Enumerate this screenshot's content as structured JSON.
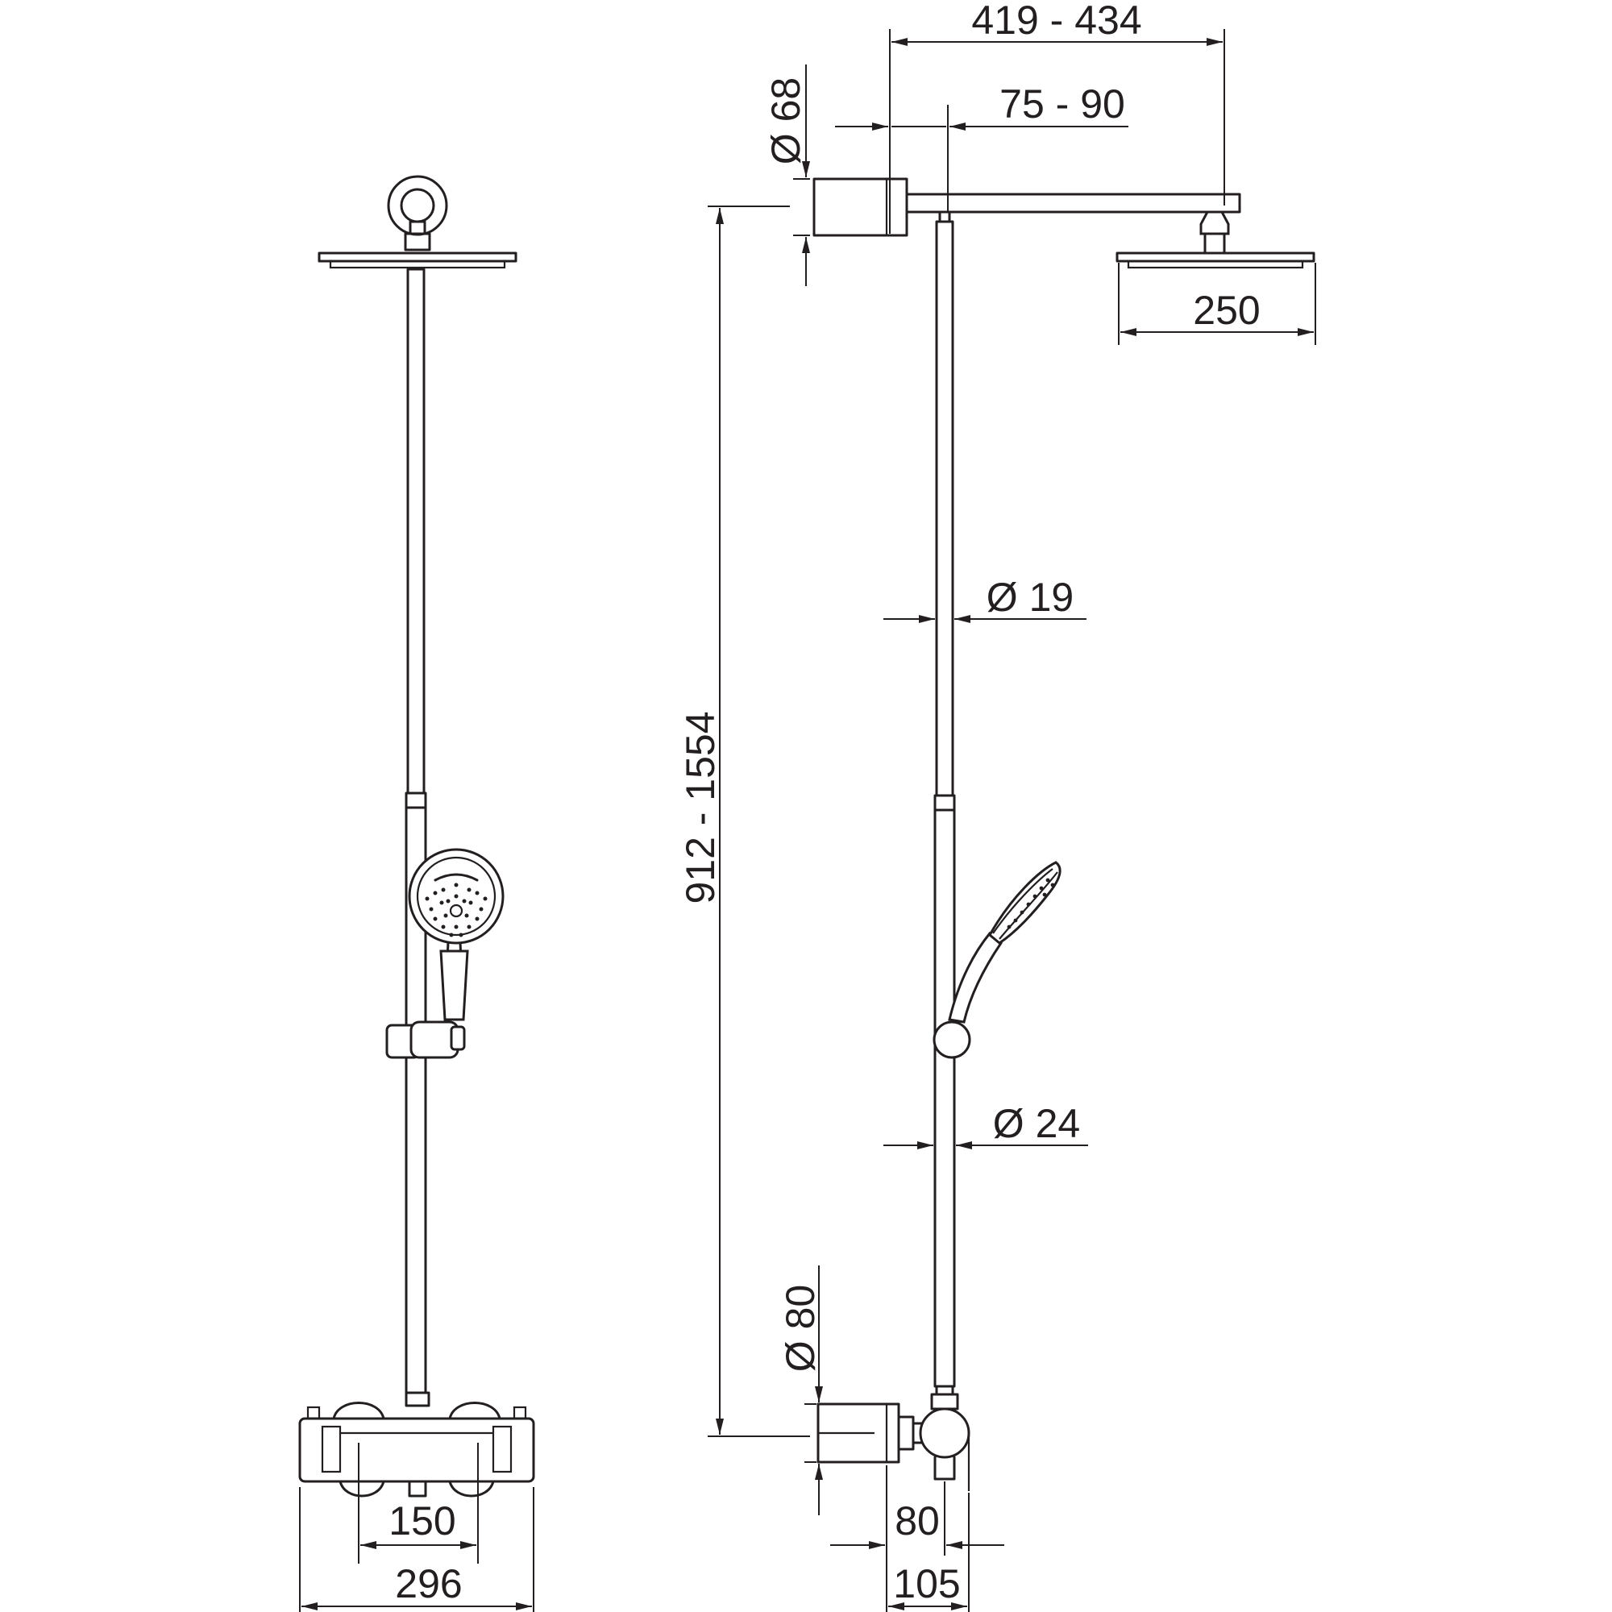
{
  "dimensions": {
    "top_width": "419  - 434",
    "arm_offset": "75  - 90",
    "ceiling_flange_dia": "Ø 68",
    "height_range": "912 - 1554",
    "head_dia": "250",
    "rod_dia_upper": "Ø 19",
    "rod_dia_lower": "Ø 24",
    "mixer_flange_dia": "Ø 80",
    "inlet_centers": "150",
    "mixer_width": "296",
    "wall_to_rod": "80",
    "mixer_depth": "105"
  },
  "colors": {
    "line": "#231f20",
    "background": "#ffffff"
  }
}
